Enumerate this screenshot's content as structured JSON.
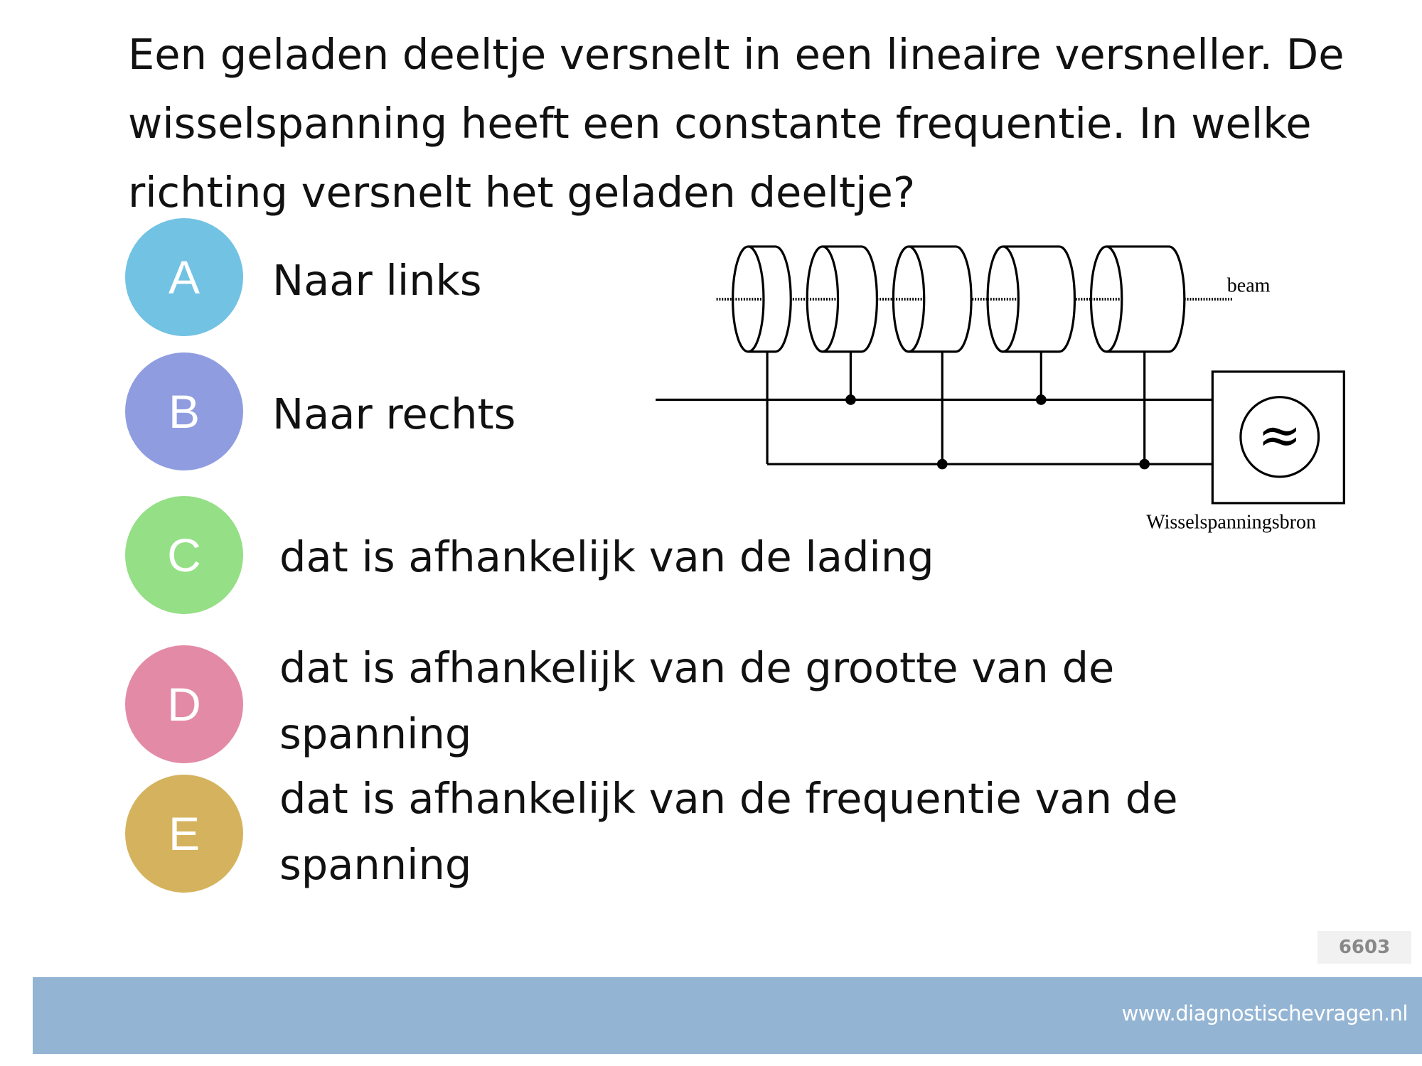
{
  "question": "Een geladen deeltje versnelt in een lineaire versneller. De wisselspanning heeft een constante frequentie. In welke richting versnelt het geladen deeltje?",
  "options": [
    {
      "letter": "A",
      "text": "Naar links",
      "color": "#72c2e3"
    },
    {
      "letter": "B",
      "text": "Naar rechts",
      "color": "#8f9de0"
    },
    {
      "letter": "C",
      "text": "dat is afhankelijk van de lading",
      "color": "#95df86"
    },
    {
      "letter": "D",
      "text": "dat is afhankelijk van de grootte van de spanning",
      "color": "#e38aa6"
    },
    {
      "letter": "E",
      "text": "dat is afhankelijk van de frequentie van de spanning",
      "color": "#d5b35e"
    }
  ],
  "diagram": {
    "beam_label": "beam",
    "source_label": "Wisselspanningsbron",
    "source_symbol": "≈"
  },
  "question_id": "6603",
  "footer": {
    "url": "www.diagnostischevragen.nl",
    "color": "#93b4d3"
  }
}
